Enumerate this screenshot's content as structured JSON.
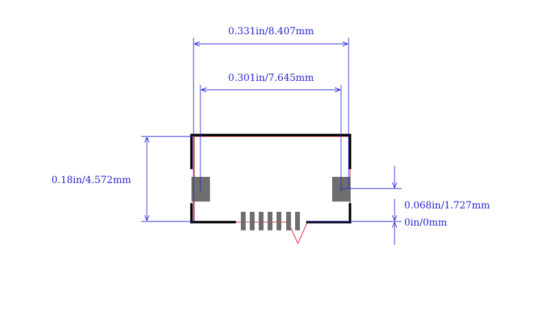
{
  "colors": {
    "background": "#ffffff",
    "dimension": "#2323d8",
    "outline": "#000000",
    "courtyard": "#e0202c",
    "pad": "#6e6e6e"
  },
  "dimensions": {
    "overall_width": "0.331in/8.407mm",
    "pad_span": "0.301in/7.645mm",
    "height": "0.18in/4.572mm",
    "pad_offset": "0.068in/1.727mm",
    "origin": "0in/0mm"
  },
  "footprint": {
    "mounting_pads": 2,
    "signal_pads": 7
  }
}
